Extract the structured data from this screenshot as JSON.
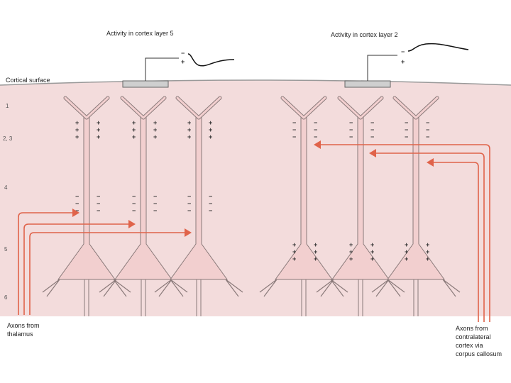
{
  "recording_left": {
    "title": "Activity in cortex layer 5",
    "minus": "−",
    "plus": "+"
  },
  "recording_right": {
    "title": "Activity in cortex layer 2",
    "minus": "−",
    "plus": "+"
  },
  "surface_label": "Cortical surface",
  "layers": [
    "1",
    "2, 3",
    "4",
    "5",
    "6"
  ],
  "thalamus_label": [
    "Axons from",
    "thalamus"
  ],
  "callosal_label": [
    "Axons from",
    "contralateral",
    "cortex via",
    "corpus callosum"
  ],
  "colors": {
    "tissue": "#f3dcdc",
    "cell": "#f2cfcf",
    "axon": "#e0634a",
    "outline": "#8a7a7a"
  }
}
